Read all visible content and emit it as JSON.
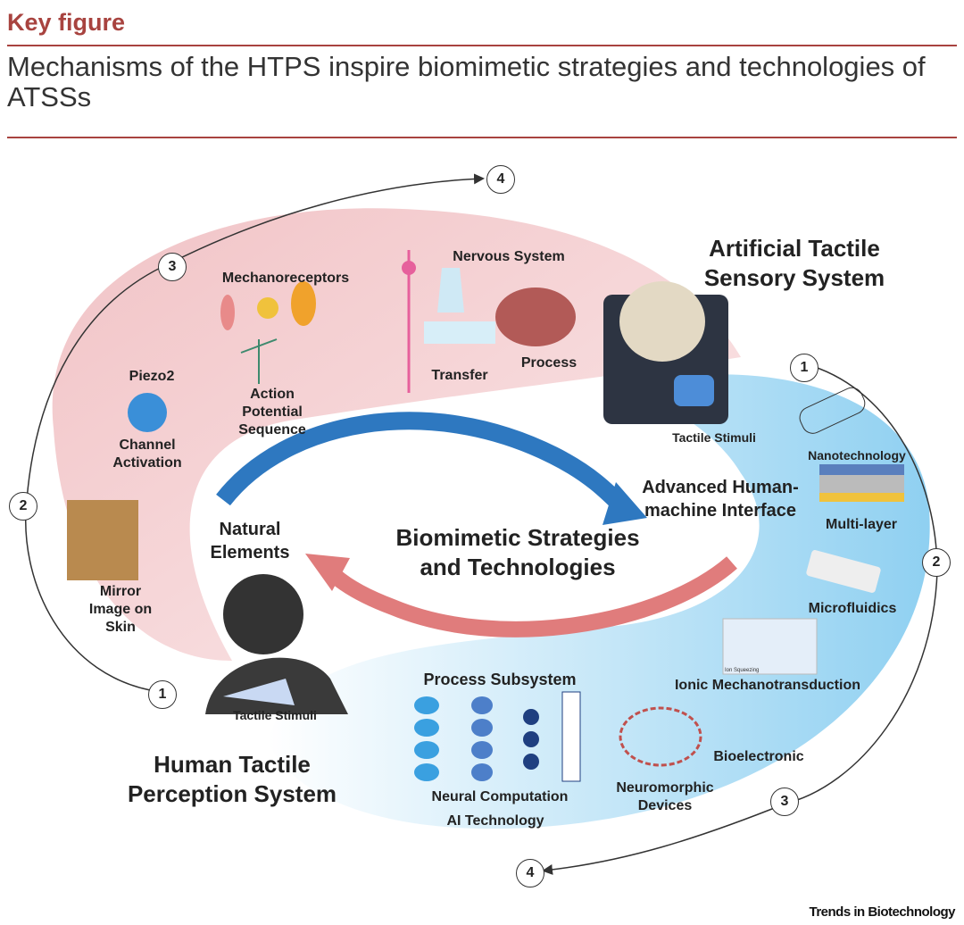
{
  "header": {
    "kicker": "Key figure",
    "title": "Mechanisms of the HTPS inspire biomimetic strategies and technologies of ATSSs"
  },
  "center": {
    "main": "Biomimetic Strategies and Technologies",
    "left": "Natural Elements",
    "right": "Advanced Human-machine Interface"
  },
  "htps": {
    "title": "Human Tactile Perception System",
    "labels": {
      "mechanoreceptors": "Mechanoreceptors",
      "nervous_system": "Nervous System",
      "piezo2": "Piezo2",
      "action_potential": "Action Potential Sequence",
      "transfer": "Transfer",
      "process": "Process",
      "channel_activation": "Channel Activation",
      "mirror_image": "Mirror Image on Skin",
      "tactile_stimuli": "Tactile Stimuli"
    },
    "steps": [
      "1",
      "2",
      "3",
      "4"
    ]
  },
  "atss": {
    "title": "Artificial Tactile Sensory System",
    "labels": {
      "tactile_stimuli": "Tactile Stimuli",
      "nanotechnology": "Nanotechnology",
      "multilayer": "Multi-layer",
      "microfluidics": "Microfluidics",
      "ionic": "Ionic Mechanotransduction",
      "ion_squeezing": "Ion Squeezing",
      "process_subsystem": "Process Subsystem",
      "neural_computation": "Neural Computation",
      "ai_technology": "AI Technology",
      "bioelectronic": "Bioelectronic",
      "neuromorphic": "Neuromorphic Devices"
    },
    "steps": [
      "1",
      "2",
      "3",
      "4"
    ]
  },
  "footer": {
    "journal": "Trends in Biotechnology"
  },
  "colors": {
    "accent": "#a8433f",
    "pink": "#f3c9cc",
    "blue": "#9fd6f2",
    "arrow_blue": "#2e78c0",
    "arrow_red": "#e07c7c"
  }
}
